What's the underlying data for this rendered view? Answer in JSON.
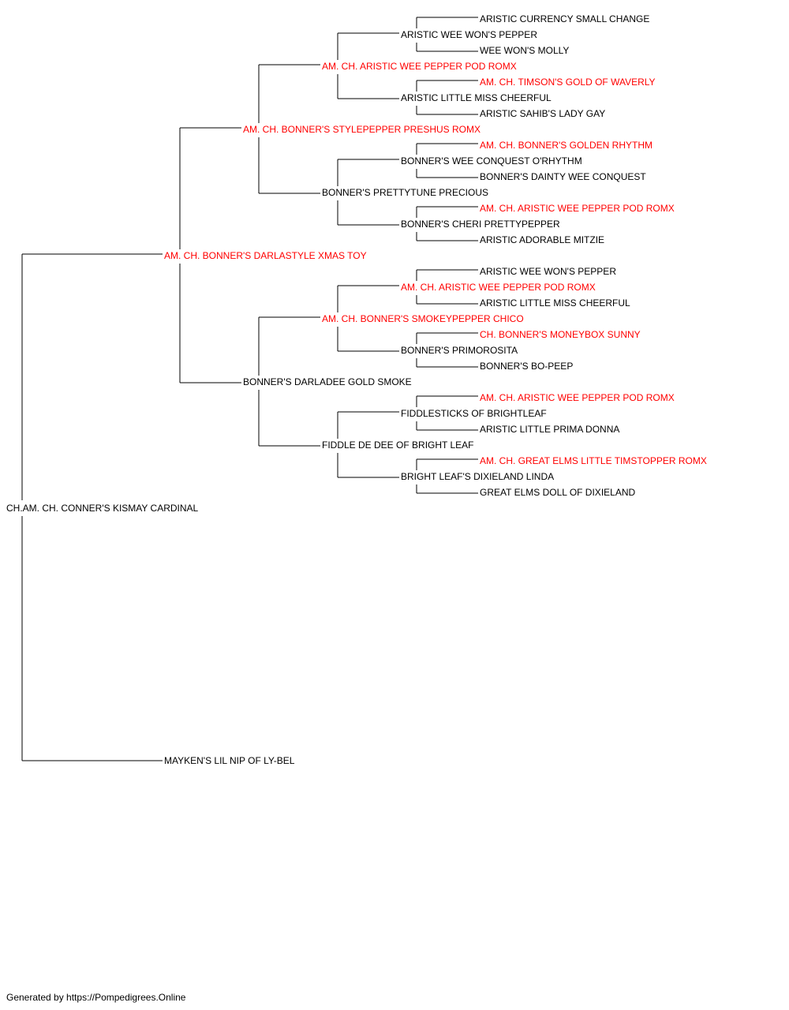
{
  "colors": {
    "champion": "#ff0000",
    "normal": "#000000",
    "lines": "#000000"
  },
  "subject": {
    "name": "CH.AM. CH. CONNER'S KISMAY CARDINAL",
    "champion": false
  },
  "sire": {
    "name": "AM. CH. BONNER'S DARLASTYLE XMAS TOY",
    "champion": true
  },
  "dam": {
    "name": "MAYKEN'S LIL NIP OF LY-BEL",
    "champion": false
  },
  "grandparents": [
    {
      "name": "AM. CH. BONNER'S STYLEPEPPER PRESHUS ROMX",
      "champion": true
    },
    {
      "name": "BONNER'S DARLADEE GOLD SMOKE",
      "champion": false
    }
  ],
  "great_grandparents": [
    {
      "name": "AM. CH. ARISTIC WEE PEPPER POD ROMX",
      "champion": true
    },
    {
      "name": "BONNER'S PRETTYTUNE PRECIOUS",
      "champion": false
    },
    {
      "name": "AM. CH. BONNER'S SMOKEYPEPPER CHICO",
      "champion": true
    },
    {
      "name": "FIDDLE DE DEE OF BRIGHT LEAF",
      "champion": false
    }
  ],
  "gen4": [
    {
      "name": "ARISTIC WEE WON'S PEPPER",
      "champion": false
    },
    {
      "name": "ARISTIC LITTLE MISS CHEERFUL",
      "champion": false
    },
    {
      "name": "BONNER'S WEE CONQUEST O'RHYTHM",
      "champion": false
    },
    {
      "name": "BONNER'S CHERI PRETTYPEPPER",
      "champion": false
    },
    {
      "name": "AM. CH. ARISTIC WEE PEPPER POD ROMX",
      "champion": true
    },
    {
      "name": "BONNER'S PRIMOROSITA",
      "champion": false
    },
    {
      "name": "FIDDLESTICKS OF BRIGHTLEAF",
      "champion": false
    },
    {
      "name": "BRIGHT LEAF'S DIXIELAND LINDA",
      "champion": false
    }
  ],
  "gen5": [
    {
      "name": "ARISTIC CURRENCY SMALL CHANGE",
      "champion": false
    },
    {
      "name": "WEE WON'S MOLLY",
      "champion": false
    },
    {
      "name": "AM. CH. TIMSON'S GOLD OF WAVERLY",
      "champion": true
    },
    {
      "name": "ARISTIC SAHIB'S LADY GAY",
      "champion": false
    },
    {
      "name": "AM. CH. BONNER'S GOLDEN RHYTHM",
      "champion": true
    },
    {
      "name": "BONNER'S DAINTY WEE CONQUEST",
      "champion": false
    },
    {
      "name": "AM. CH. ARISTIC WEE PEPPER POD ROMX",
      "champion": true
    },
    {
      "name": "ARISTIC ADORABLE MITZIE",
      "champion": false
    },
    {
      "name": "ARISTIC WEE WON'S PEPPER",
      "champion": false
    },
    {
      "name": "ARISTIC LITTLE MISS CHEERFUL",
      "champion": false
    },
    {
      "name": "CH. BONNER'S MONEYBOX SUNNY",
      "champion": true
    },
    {
      "name": "BONNER'S BO-PEEP",
      "champion": false
    },
    {
      "name": "AM. CH. ARISTIC WEE PEPPER POD ROMX",
      "champion": true
    },
    {
      "name": "ARISTIC LITTLE PRIMA DONNA",
      "champion": false
    },
    {
      "name": "AM. CH. GREAT ELMS LITTLE TIMSTOPPER ROMX",
      "champion": true
    },
    {
      "name": "GREAT ELMS DOLL OF DIXIELAND",
      "champion": false
    }
  ],
  "footer": {
    "text": "Generated by https://Pompedigrees.Online"
  }
}
